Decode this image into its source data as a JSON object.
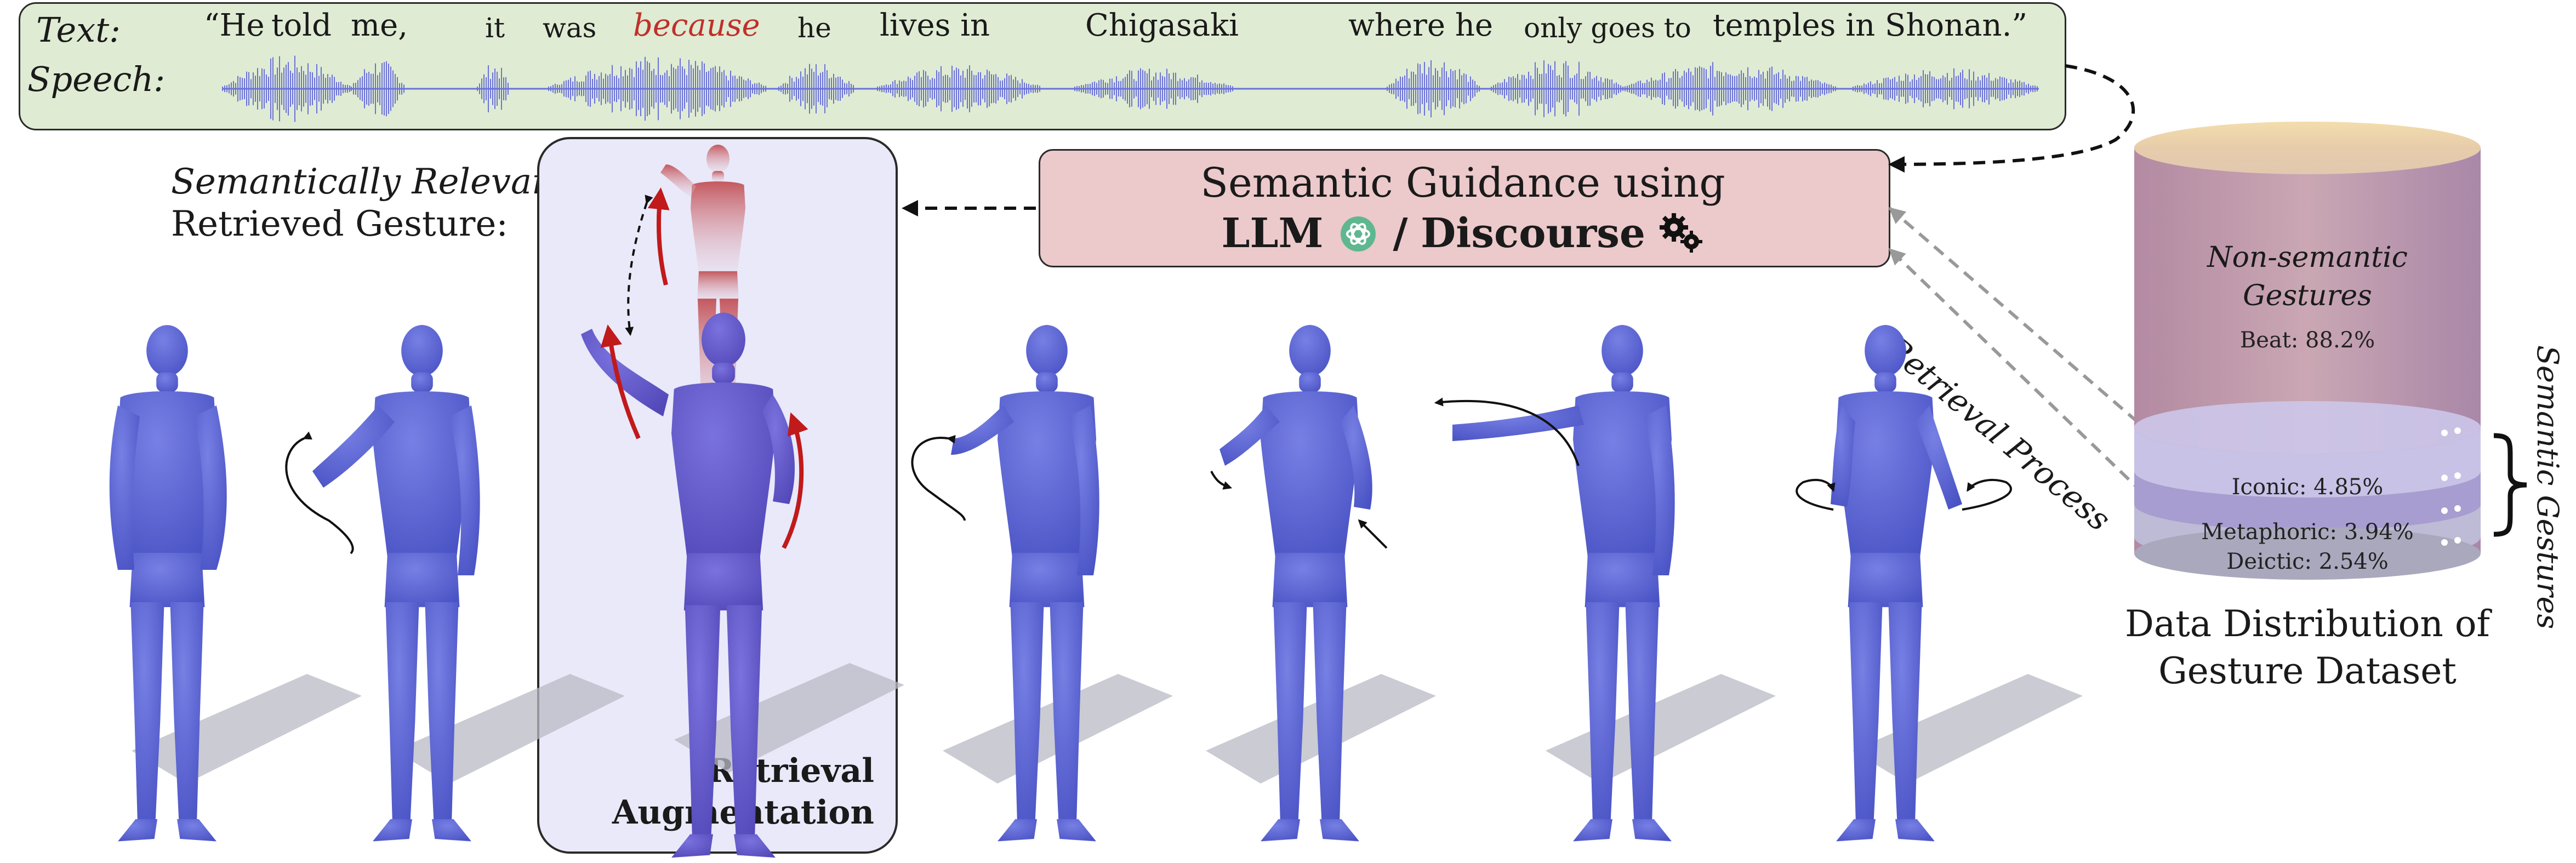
{
  "text_speech_bar": {
    "text_label": "Text:",
    "speech_label": "Speech:",
    "words": [
      {
        "t": "“He",
        "highlight": false,
        "size": "normal"
      },
      {
        "t": "told",
        "highlight": false,
        "size": "normal"
      },
      {
        "t": "me,",
        "highlight": false,
        "size": "normal"
      },
      {
        "t": "it",
        "highlight": false,
        "size": "small"
      },
      {
        "t": "was",
        "highlight": false,
        "size": "small"
      },
      {
        "t": "because",
        "highlight": true,
        "size": "normal"
      },
      {
        "t": "he",
        "highlight": false,
        "size": "small"
      },
      {
        "t": "lives in",
        "highlight": false,
        "size": "normal"
      },
      {
        "t": "Chigasaki",
        "highlight": false,
        "size": "normal"
      },
      {
        "t": "where he",
        "highlight": false,
        "size": "normal"
      },
      {
        "t": "only goes to",
        "highlight": false,
        "size": "small"
      },
      {
        "t": "temples in Shonan.”",
        "highlight": false,
        "size": "normal"
      }
    ],
    "highlight_color": "#c0302a",
    "waveform_color": "#6b72d8"
  },
  "retrieved_label": {
    "line1": "Semantically Relevant",
    "line2": "Retrieved Gesture:"
  },
  "guidance_box": {
    "line1": "Semantic Guidance using",
    "llm": "LLM",
    "separator": "/",
    "discourse": "Discourse",
    "llm_icon": "openai-logo-icon",
    "discourse_icon": "gears-icon"
  },
  "augmentation_box": {
    "line1": "Retrieval",
    "line2": "Augmentation"
  },
  "retrieval_process_label": "Retrieval Process",
  "dataset": {
    "nonsemantic_line1": "Non-semantic",
    "nonsemantic_line2": "Gestures",
    "beat": "Beat: 88.2%",
    "iconic": "Iconic: 4.85%",
    "metaphoric": "Metaphoric: 3.94%",
    "deictic": "Deictic: 2.54%",
    "semantic_label": "Semantic Gestures",
    "caption_line1": "Data Distribution of",
    "caption_line2": "Gesture Dataset"
  },
  "colors": {
    "speech_bar_bg": "#dfebd3",
    "guidance_bg": "#ecc9cb",
    "augmentation_bg": "#e9e9fa",
    "figure_blue": "#5c66d6",
    "figure_red": "#c86a6e",
    "gesture_arrow_red": "#c01a1a"
  }
}
